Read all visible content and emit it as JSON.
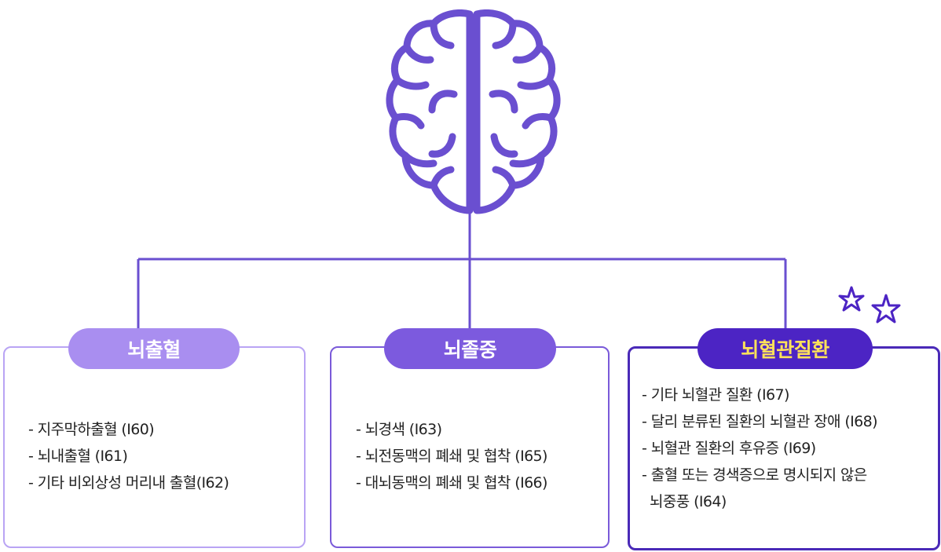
{
  "colors": {
    "line": "#6a4fd0",
    "light": "#a98ef0",
    "medium": "#7c5ade",
    "dark": "#4c24c4",
    "highlight_text": "#ffe25a"
  },
  "icons": [
    "brain-icon",
    "star-icon"
  ],
  "categories": [
    {
      "title": "뇌출혈",
      "items": [
        "- 지주막하출혈 (I60)",
        "- 뇌내출혈 (I61)",
        "- 기타 비외상성 머리내 출혈(I62)"
      ]
    },
    {
      "title": "뇌졸중",
      "items": [
        "- 뇌경색 (I63)",
        "- 뇌전동맥의 폐쇄 및 협착 (I65)",
        "- 대뇌동맥의 폐쇄 및 협착 (I66)"
      ]
    },
    {
      "title": "뇌혈관질환",
      "items": [
        "- 기타 뇌혈관 질환 (I67)",
        "- 달리 분류된 질환의 뇌혈관 장애 (I68)",
        "- 뇌혈관 질환의 후유증 (I69)",
        "- 출혈 또는 경색증으로 명시되지 않은",
        "뇌중풍 (I64)"
      ]
    }
  ]
}
